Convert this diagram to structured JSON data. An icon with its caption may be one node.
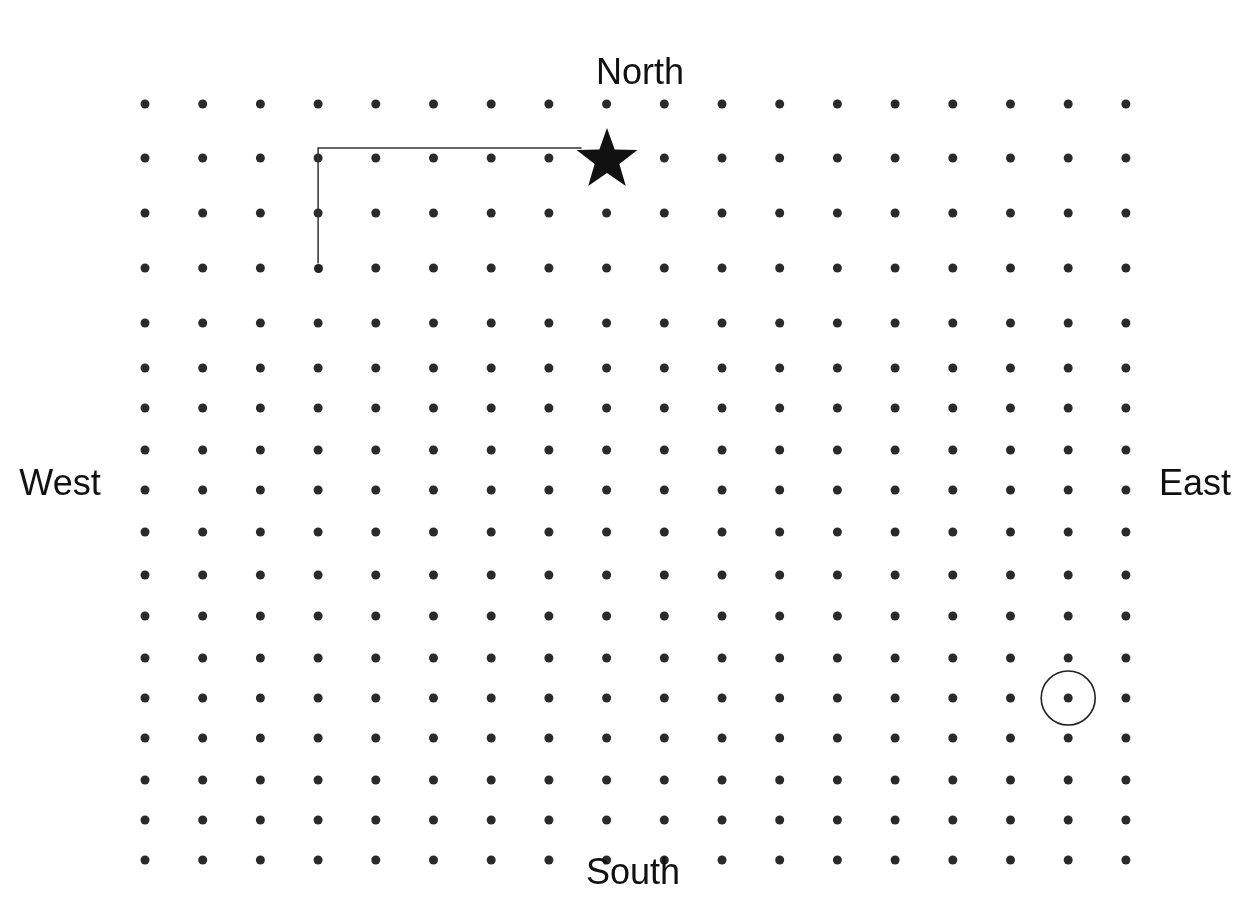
{
  "diagram": {
    "nodes": [
      {
        "text": [],
        "shape": "circle"
      },
      {
        "text": [],
        "shape": "star"
      }
    ],
    "edges": [
      {
        "from": 0,
        "to": 1,
        "arrow": "none"
      }
    ],
    "labels": [
      "North",
      "West",
      "East",
      "South"
    ]
  }
}
